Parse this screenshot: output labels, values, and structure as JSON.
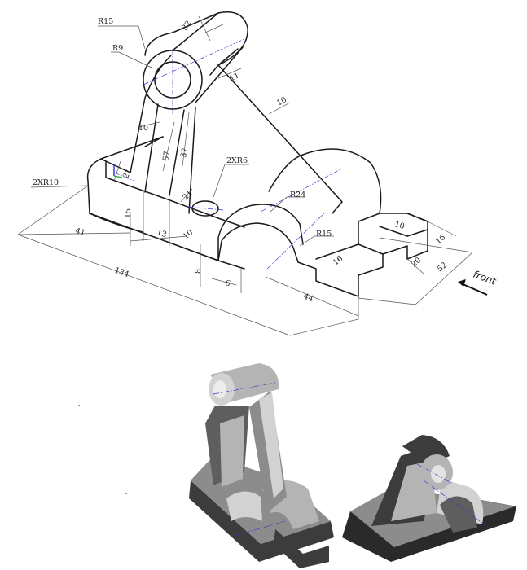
{
  "dimensions": [
    {
      "label": "R15"
    },
    {
      "label": "R9"
    },
    {
      "label": "32"
    },
    {
      "label": "11"
    },
    {
      "label": "10"
    },
    {
      "label": "10"
    },
    {
      "label": "57"
    },
    {
      "label": "37"
    },
    {
      "label": "2XR6"
    },
    {
      "label": "21"
    },
    {
      "label": "21"
    },
    {
      "label": "2XR10"
    },
    {
      "label": "R24"
    },
    {
      "label": "15"
    },
    {
      "label": "41"
    },
    {
      "label": "13"
    },
    {
      "label": "10"
    },
    {
      "label": "R15"
    },
    {
      "label": "10"
    },
    {
      "label": "16"
    },
    {
      "label": "16"
    },
    {
      "label": "20"
    },
    {
      "label": "52"
    },
    {
      "label": "8"
    },
    {
      "label": "6"
    },
    {
      "label": "44"
    },
    {
      "label": "134"
    }
  ],
  "view_direction": {
    "label": "front"
  },
  "colors": {
    "line": "#1a1a1a",
    "centerline": "#3a3ad0",
    "axis_z": "#2233cc",
    "axis_y": "#22aa22"
  }
}
